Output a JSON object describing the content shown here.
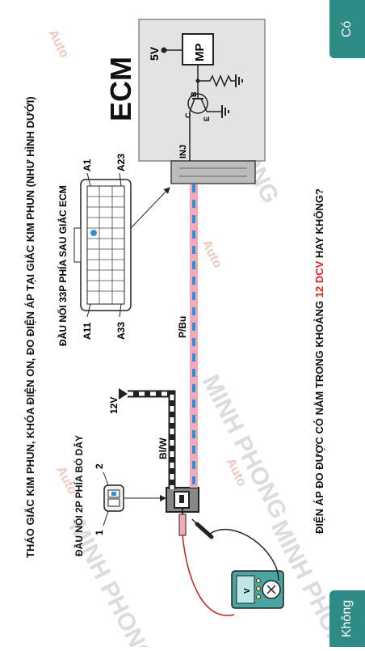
{
  "buttons": {
    "yes_label": "Có",
    "no_label": "Không"
  },
  "instruction": {
    "line1": "THÁO GIẮC KIM PHUN, KHÓA ĐIỆN ON, ĐO ĐIỆN ÁP TẠI GIẮC KIM PHUN (NHƯ HÌNH DƯỚI)",
    "question_prefix": "ĐIỆN ÁP ĐO ĐƯỢC CÓ NẰM TRONG KHOẢNG ",
    "question_highlight": "12 DCV",
    "question_suffix": " HAY KHÔNG?"
  },
  "diagram": {
    "connector_2p_label": "ĐẦU NỐI 2P PHÍA BÓ DÂY",
    "pin_1": "1",
    "pin_2": "2",
    "ecm_connector_label": "ĐẦU NỐI 33P PHÍA SAU GIẮC ECM",
    "pin_a1": "A1",
    "pin_a23": "A23",
    "pin_a11": "A11",
    "pin_a33": "A33",
    "wire_bw": "Bl/W",
    "wire_pbu": "P/Bu",
    "supply_12v": "12V",
    "ecm_title": "ECM",
    "ecm_5v": "5V",
    "ecm_mp": "MP",
    "ecm_inj": "INJ",
    "transistor_b": "B",
    "transistor_c": "C",
    "transistor_e": "E",
    "meter_v": "V"
  },
  "watermark": {
    "brand": "MINH PHONG",
    "sub": "Auto"
  },
  "colors": {
    "accent": "#2e8b85",
    "highlight": "#e02020",
    "wire_pink": "#f4a9b4",
    "wire_blue": "#2f8fd8",
    "meter_body": "#48a5a2",
    "meter_screen": "#bfe6e8",
    "probe_red": "#d01818"
  },
  "icons": [
    "ground-icon",
    "resistor-icon",
    "transistor-icon",
    "multimeter-icon",
    "arrow-icon"
  ]
}
